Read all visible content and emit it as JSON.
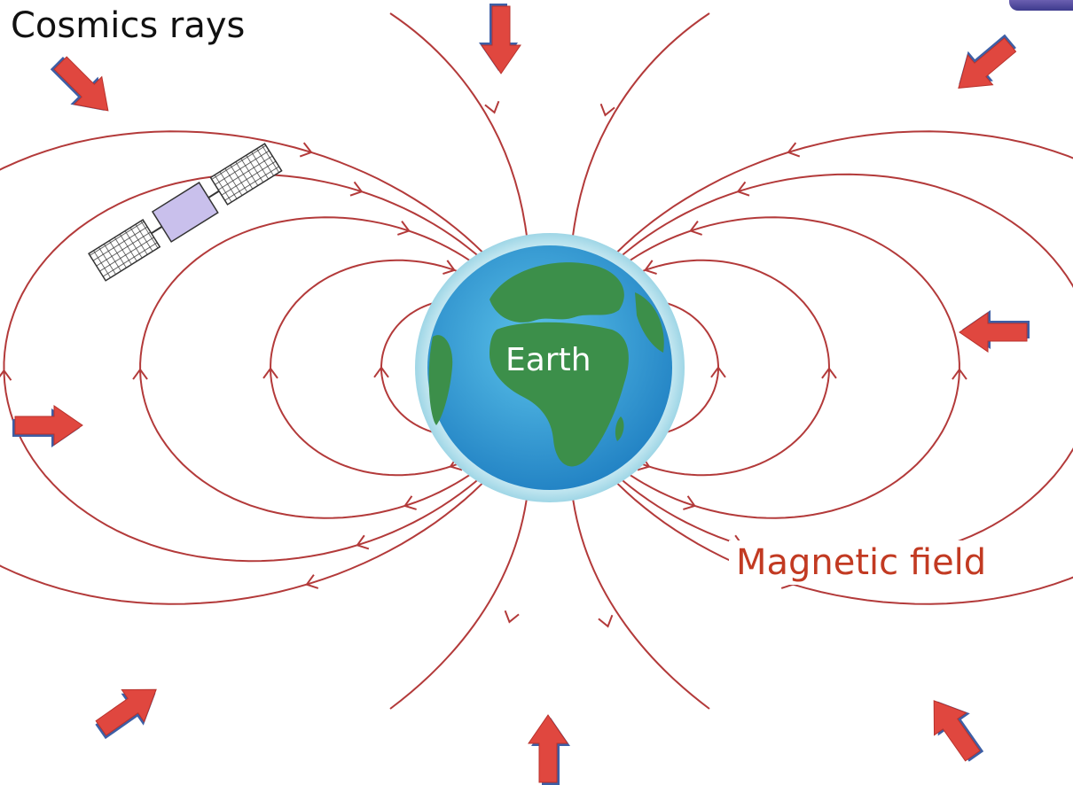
{
  "labels": {
    "cosmic_rays": "Cosmics rays",
    "earth": "Earth",
    "magnetic_field": "Magnetic field"
  },
  "colors": {
    "field_line": "#b33a3a",
    "arrow_fill": "#e0473f",
    "arrow_shadow": "#3d5fa6",
    "ocean": "#2e9bd6",
    "land": "#3c8f4a",
    "halo": "#b7e3ef",
    "satellite_body": "#c9c0ec",
    "field_label": "#c23a22"
  },
  "icons": {
    "satellite": "satellite-icon",
    "earth": "earth-globe-icon",
    "cosmic_ray": "cosmic-ray-arrow-icon"
  }
}
